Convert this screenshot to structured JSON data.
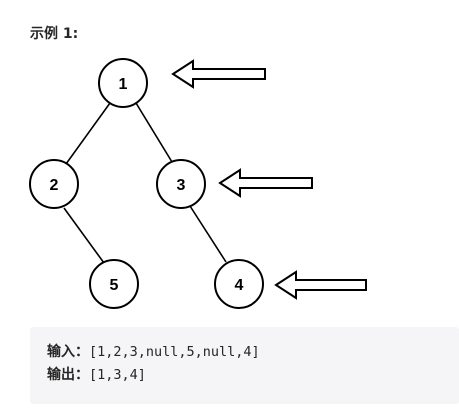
{
  "heading": "示例 1:",
  "tree": {
    "nodes": [
      {
        "id": "n1",
        "label": "1"
      },
      {
        "id": "n2",
        "label": "2"
      },
      {
        "id": "n3",
        "label": "3"
      },
      {
        "id": "n5",
        "label": "5"
      },
      {
        "id": "n4",
        "label": "4"
      }
    ],
    "edges": [
      [
        "1",
        "2"
      ],
      [
        "1",
        "3"
      ],
      [
        "2",
        "5"
      ],
      [
        "3",
        "4"
      ]
    ],
    "arrows_point_to": [
      "1",
      "3",
      "4"
    ]
  },
  "io": {
    "input_label": "输入：",
    "input_value": "[1,2,3,null,5,null,4]",
    "output_label": "输出：",
    "output_value": "[1,3,4]"
  },
  "colors": {
    "block_background": "#f5f5f7",
    "text": "#262626",
    "line": "#000000"
  }
}
